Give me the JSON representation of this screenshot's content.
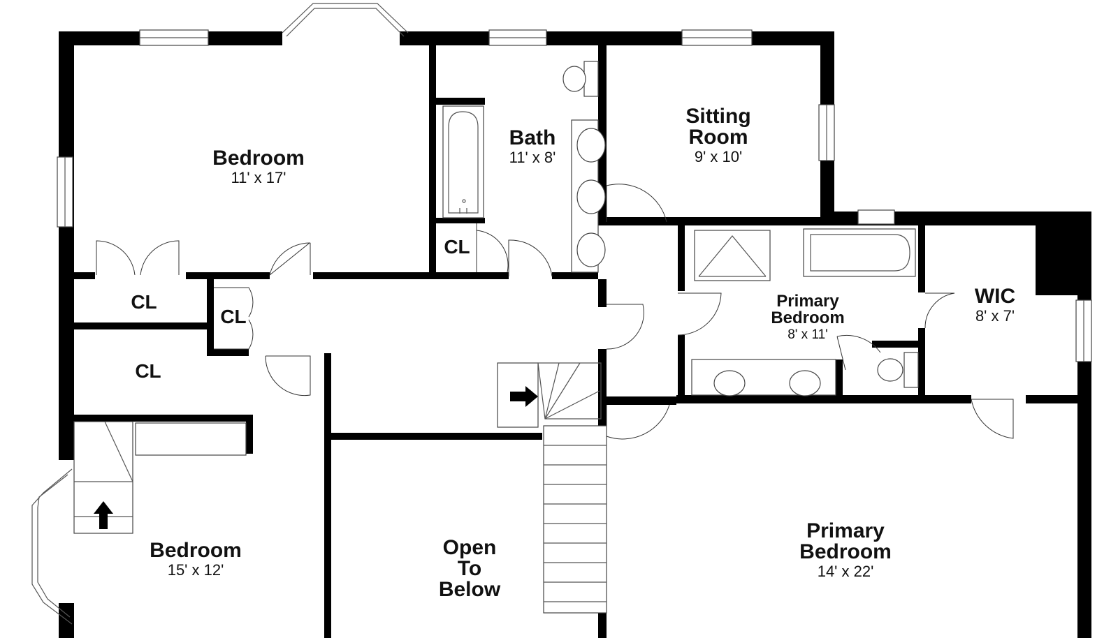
{
  "rooms": {
    "bedroom_nw": {
      "name": "Bedroom",
      "dim": "11' x 17'"
    },
    "bath": {
      "name": "Bath",
      "dim": "11' x 8'"
    },
    "sitting": {
      "name_line1": "Sitting",
      "name_line2": "Room",
      "dim": "9' x 10'"
    },
    "cl_a": {
      "name": "CL"
    },
    "cl_b": {
      "name": "CL"
    },
    "cl_c": {
      "name": "CL"
    },
    "cl_d": {
      "name": "CL"
    },
    "primary_bath": {
      "name_line1": "Primary",
      "name_line2": "Bedroom",
      "dim": "8' x 11'"
    },
    "wic": {
      "name": "WIC",
      "dim": "8' x 7'"
    },
    "bedroom_sw": {
      "name": "Bedroom",
      "dim": "15' x 12'"
    },
    "open": {
      "line1": "Open",
      "line2": "To",
      "line3": "Below"
    },
    "primary": {
      "name_line1": "Primary",
      "name_line2": "Bedroom",
      "dim": "14' x 22'"
    }
  }
}
